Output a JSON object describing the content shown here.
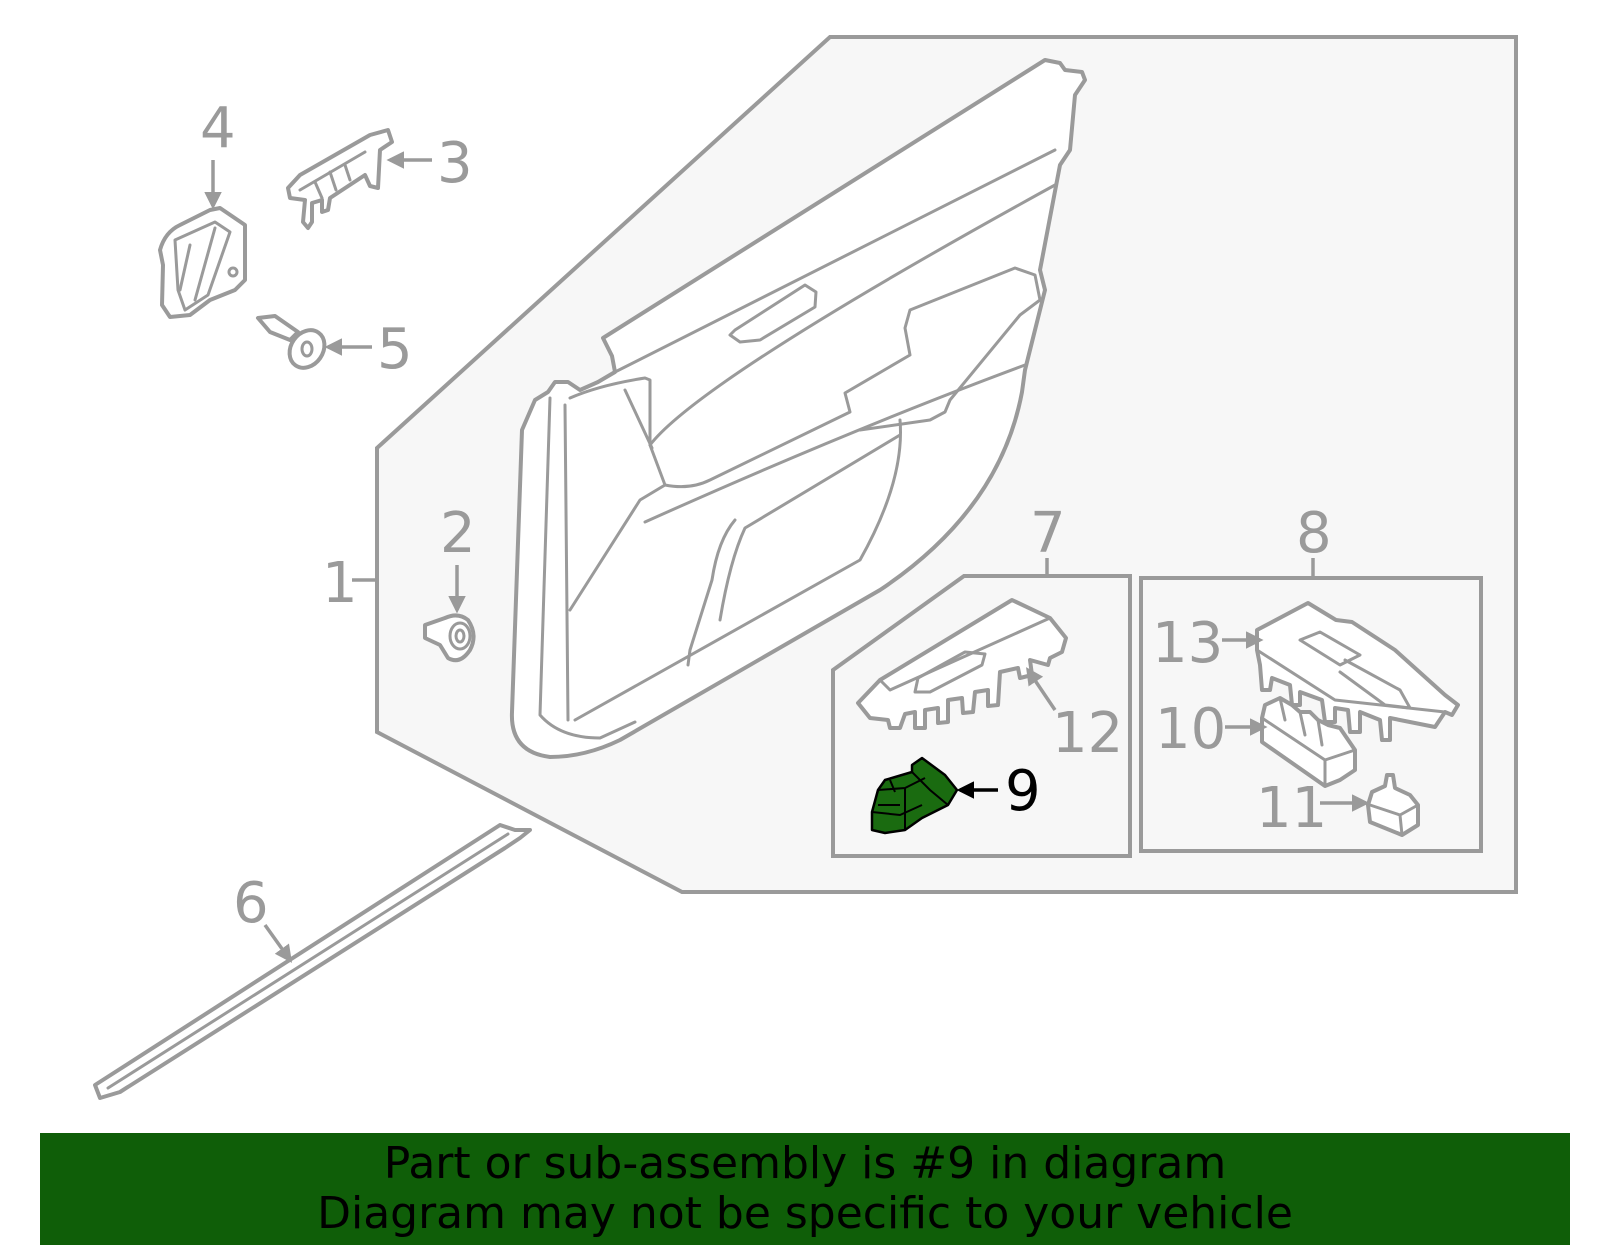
{
  "diagram": {
    "highlight_color": "#1a6b10",
    "outline_color": "#9a9a9a",
    "highlighted_part": "9",
    "callouts": {
      "c1": "1",
      "c2": "2",
      "c3": "3",
      "c4": "4",
      "c5": "5",
      "c6": "6",
      "c7": "7",
      "c8": "8",
      "c9": "9",
      "c10": "10",
      "c11": "11",
      "c12": "12",
      "c13": "13"
    }
  },
  "banner": {
    "background": "#0f5e08",
    "line1": "Part or sub-assembly is #9 in diagram",
    "line2": "Diagram may not be specific to your vehicle"
  }
}
